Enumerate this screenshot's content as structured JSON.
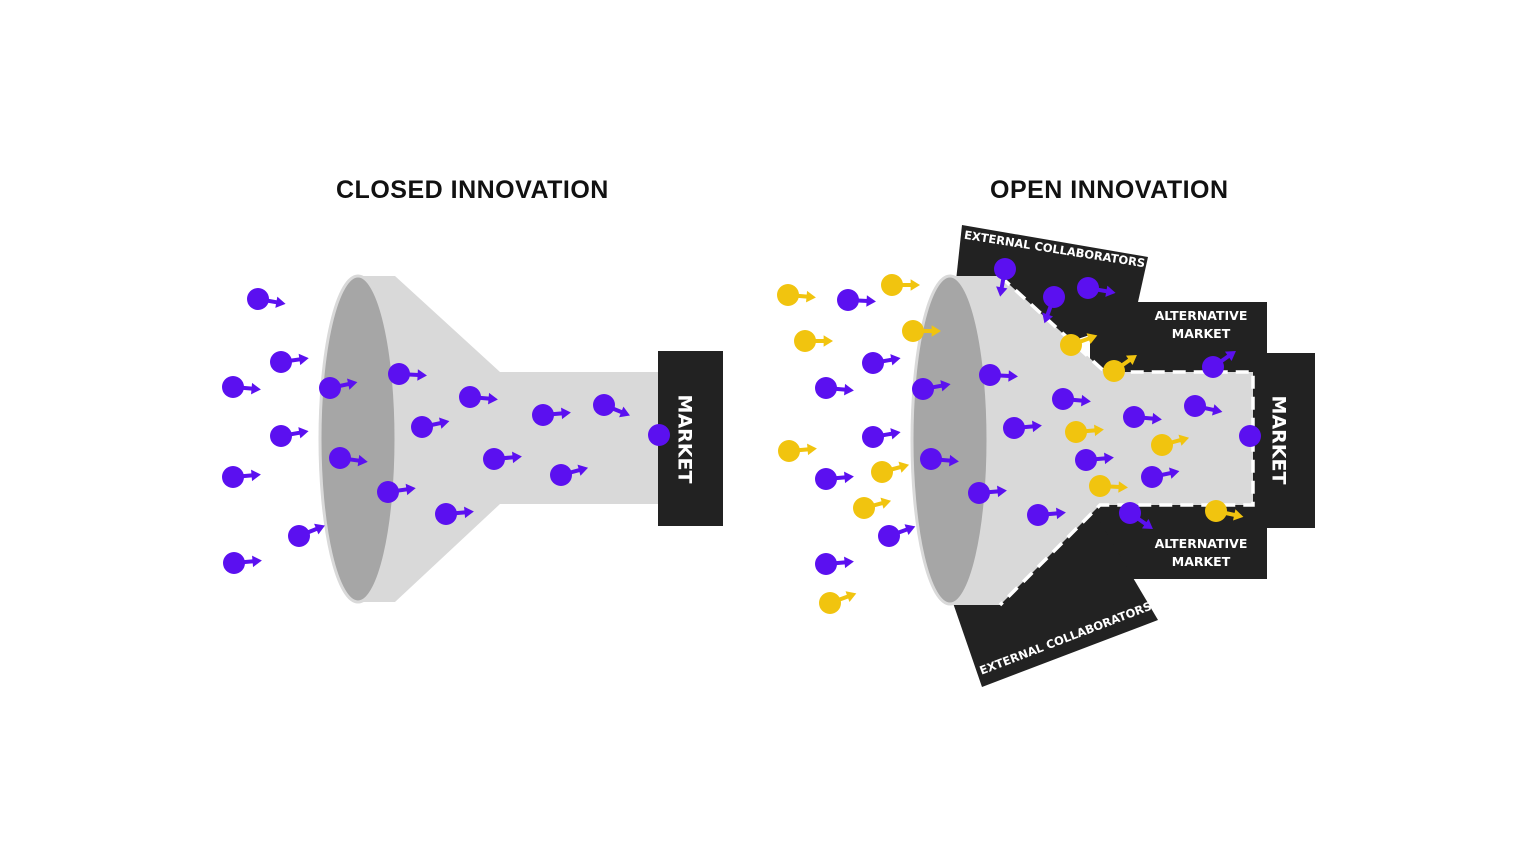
{
  "closed": {
    "title": "CLOSED INNOVATION",
    "market_label": "MARKET"
  },
  "open": {
    "title": "OPEN INNOVATION",
    "market_label": "MARKET",
    "external_collaborators_top": "EXTERNAL COLLABORATORS",
    "external_collaborators_bottom": "EXTERNAL COLLABORATORS",
    "alt_market_top": [
      "ALTERNATIVE",
      "MARKET"
    ],
    "alt_market_bottom": [
      "ALTERNATIVE",
      "MARKET"
    ]
  },
  "colors": {
    "internal_idea": "#5b10f0",
    "external_idea": "#f1c40f",
    "funnel_light": "#d9d9d9",
    "funnel_dark": "#a6a6a6",
    "panel": "#222222",
    "text": "#111111"
  }
}
